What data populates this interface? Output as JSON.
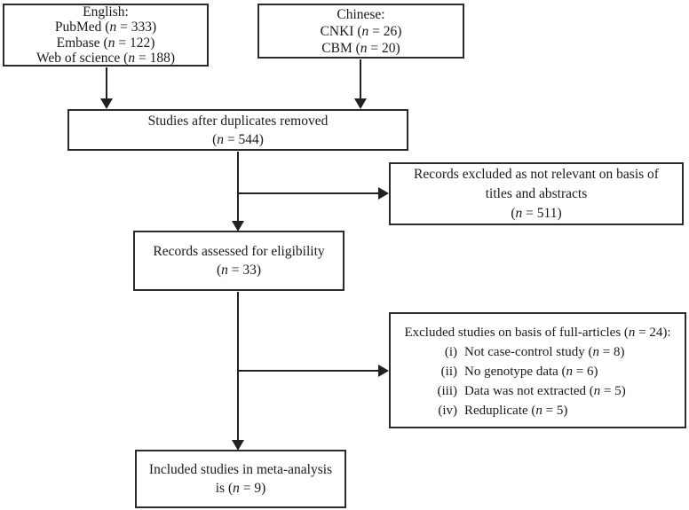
{
  "figure": {
    "type": "prisma-flow-diagram",
    "colors": {
      "ink": "#1a1a1a",
      "border": "#2b2b2b",
      "background": "#ffffff"
    }
  },
  "boxes": {
    "english_sources": {
      "lines": [
        "English:",
        "PubMed (n = 333)",
        "Embase (n = 122)",
        "Web of science (n = 188)"
      ]
    },
    "chinese_sources": {
      "lines": [
        "Chinese:",
        "CNKI (n = 26)",
        "CBM (n = 20)"
      ]
    },
    "duplicates_removed": {
      "lines": [
        "Studies after duplicates removed",
        "(n = 544)"
      ]
    },
    "excluded_titles_abstracts": {
      "lines": [
        "Records excluded as not relevant on basis of",
        "titles and abstracts",
        "(n = 511)"
      ]
    },
    "assessed_eligibility": {
      "lines": [
        "Records assessed for eligibility",
        "(n = 33)"
      ]
    },
    "excluded_full_articles": {
      "title": "Excluded studies on basis of full-articles (n = 24):",
      "items": [
        {
          "numeral": "(i)",
          "text": "Not case-control study (n = 8)"
        },
        {
          "numeral": "(ii)",
          "text": "No genotype data (n = 6)"
        },
        {
          "numeral": "(iii)",
          "text": "Data was not extracted (n = 5)"
        },
        {
          "numeral": "(iv)",
          "text": "Reduplicate (n = 5)"
        }
      ]
    },
    "included_meta_analysis": {
      "lines": [
        "Included studies in meta-analysis",
        "is (n = 9)"
      ]
    }
  }
}
